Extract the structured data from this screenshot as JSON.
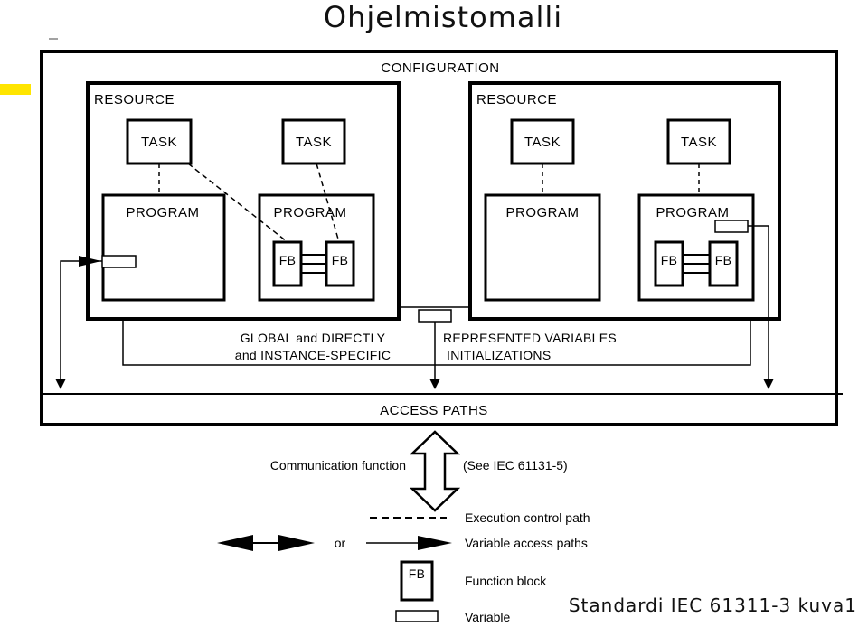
{
  "slide": {
    "title": "Ohjelmistomalli",
    "caption": "Standardi IEC 61311-3 kuva1",
    "accent_color": "#FFE500"
  },
  "diagram": {
    "configuration_label": "CONFIGURATION",
    "resource_label": "RESOURCE",
    "task_label": "TASK",
    "program_label": "PROGRAM",
    "fb_label": "FB",
    "global_left_line1": "GLOBAL and DIRECTLY",
    "global_left_line2": "and INSTANCE-SPECIFIC",
    "global_right_line1": "REPRESENTED VARIABLES",
    "global_right_line2": "INITIALIZATIONS",
    "access_paths_label": "ACCESS PATHS",
    "comm_function_label": "Communication function",
    "comm_see_label": "(See IEC 61131-5)"
  },
  "legend": {
    "or_label": "or",
    "execution_control": "Execution control path",
    "variable_access": "Variable access paths",
    "fb_label": "FB",
    "function_block": "Function block",
    "variable": "Variable"
  }
}
